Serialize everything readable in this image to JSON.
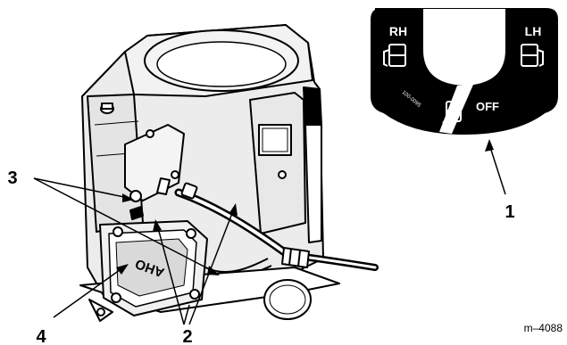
{
  "callouts": {
    "c1": "1",
    "c2": "2",
    "c3": "3",
    "c4": "4"
  },
  "decal": {
    "right_label": "RH",
    "left_label": "LH",
    "off_label": "OFF",
    "part_number": "100-0095"
  },
  "engine": {
    "cover_stamp": "AHO"
  },
  "figure_id": "m–4088",
  "colors": {
    "ink": "#000000",
    "paper": "#ffffff",
    "shade": "#d9d9d9"
  }
}
